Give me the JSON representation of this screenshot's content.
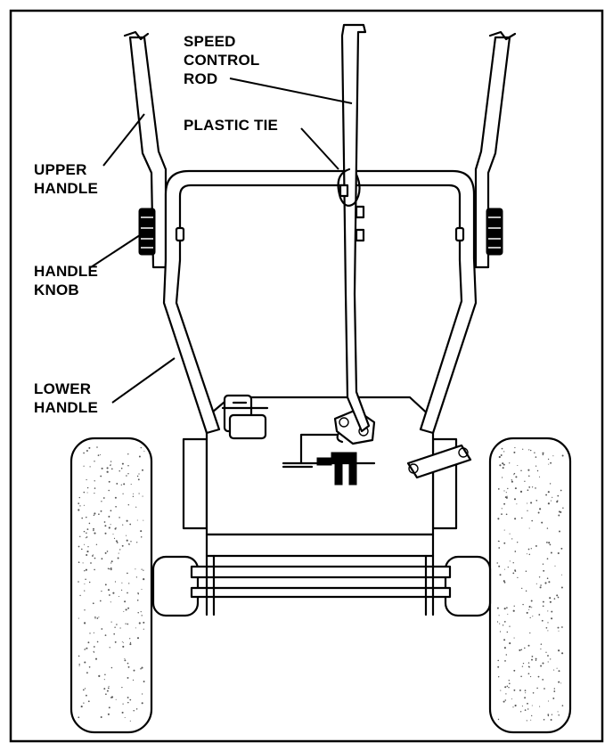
{
  "labels": {
    "speed_control_rod": [
      "SPEED",
      "CONTROL",
      "ROD"
    ],
    "plastic_tie": [
      "PLASTIC TIE"
    ],
    "upper_handle": [
      "UPPER",
      "HANDLE"
    ],
    "handle_knob": [
      "HANDLE",
      "KNOB"
    ],
    "lower_handle": [
      "LOWER",
      "HANDLE"
    ]
  }
}
